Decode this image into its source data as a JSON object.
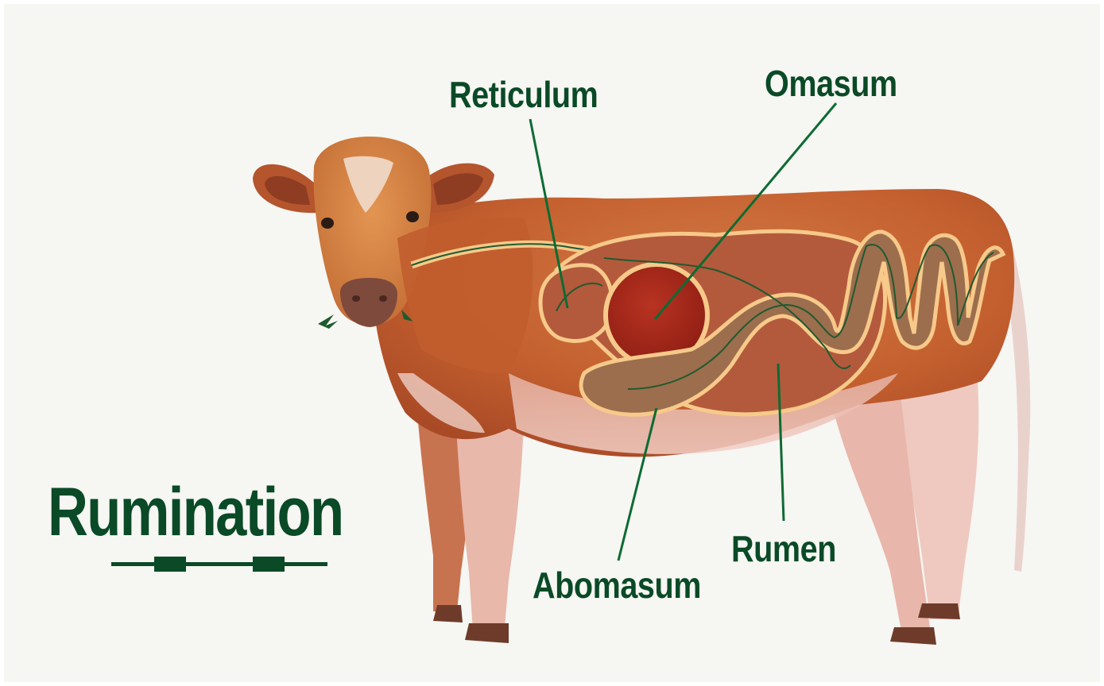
{
  "title": "Rumination",
  "labels": {
    "reticulum": "Reticulum",
    "omasum": "Omasum",
    "abomasum": "Abomasum",
    "rumen": "Rumen"
  },
  "colors": {
    "text": "#0a4a26",
    "background": "#f6f6f3",
    "cow_body": "#c9632e",
    "rumen": "#b35a3c",
    "omasum": "#a92a1c",
    "abomasum": "#9c6e4d",
    "organ_outline": "#f7c98a"
  }
}
